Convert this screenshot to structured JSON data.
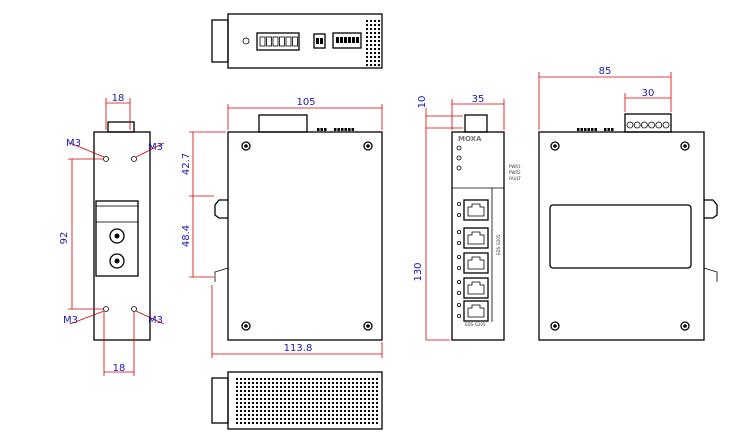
{
  "dimensions": {
    "side_width_top": "18",
    "side_width_bottom": "18",
    "mount_spacing": "92",
    "screw_top_left": "M3",
    "screw_top_right": "M3",
    "screw_bottom_left": "M3",
    "screw_bottom_right": "M3",
    "front_width": "105",
    "front_upper_height": "42.7",
    "front_lower_height": "48.4",
    "front_depth": "113.8",
    "panel_offset": "10",
    "panel_width": "35",
    "panel_height": "130",
    "rear_width": "85",
    "terminal_width": "30"
  },
  "labels": {
    "brand_logo": "MOXA",
    "led_labels": [
      "PWR1",
      "PWR2",
      "FAULT"
    ],
    "model_label": "EDS-G205",
    "vertical_label": "EDS-G205"
  },
  "colors": {
    "outline": "#000000",
    "dimension_line": "#d40000",
    "dimension_text": "#1a1ab0"
  }
}
